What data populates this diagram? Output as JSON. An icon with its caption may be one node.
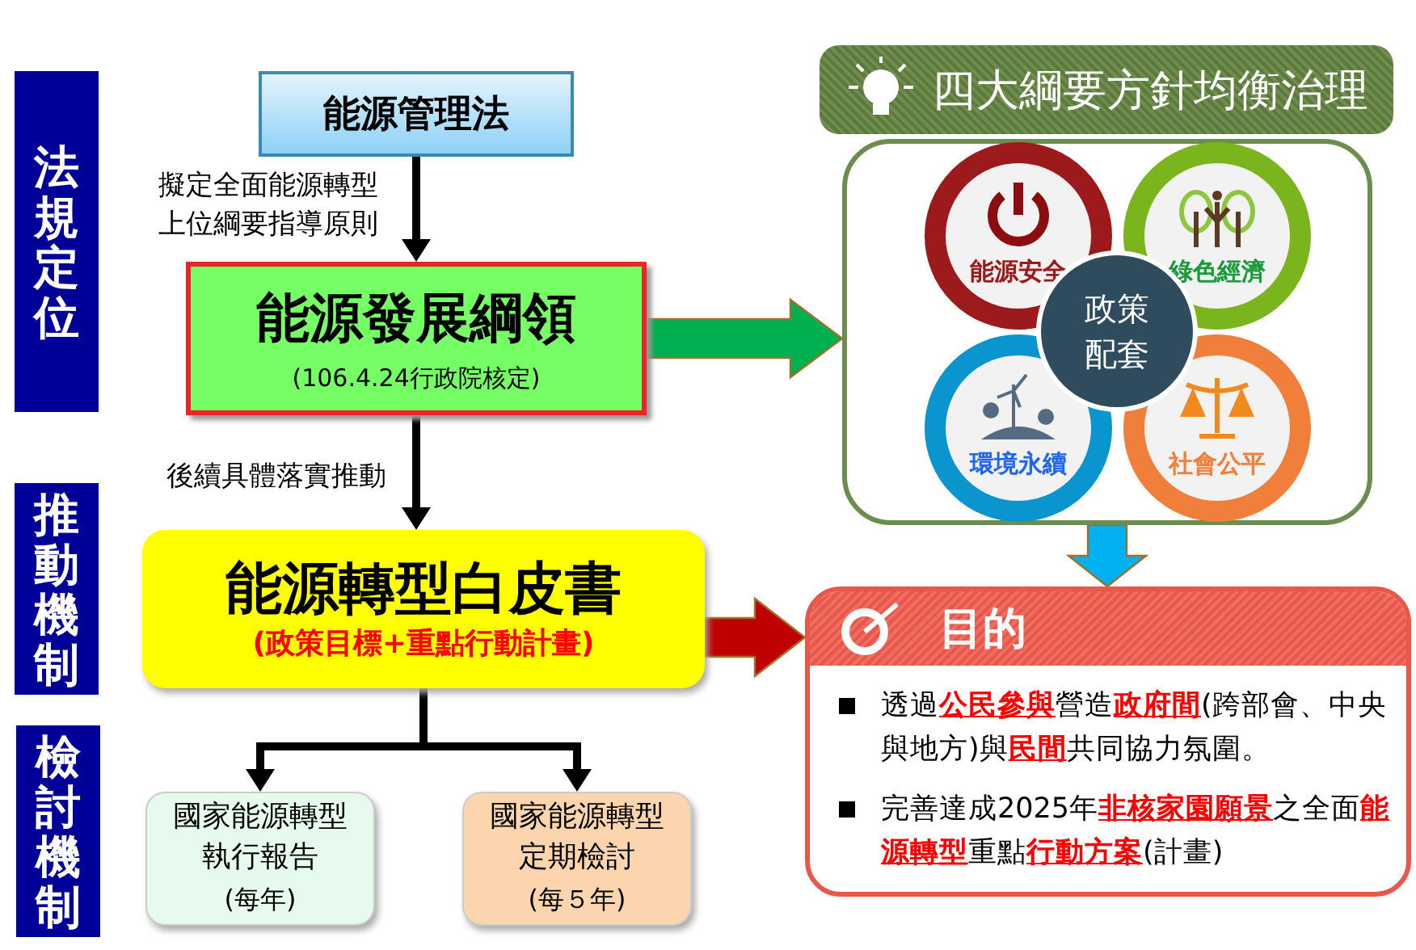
{
  "diagram": {
    "nodes": [
      {
        "text": [
          "法規定位"
        ]
      },
      {
        "text": [
          "推動機制"
        ]
      },
      {
        "text": [
          "檢討機制"
        ]
      },
      {
        "text": [
          "能源管理法"
        ]
      },
      {
        "text": [
          "能源發展綱領",
          "(106.4.24行政院核定)"
        ]
      },
      {
        "text": [
          "能源轉型白皮書",
          "(政策目標+重點行動計畫)"
        ]
      },
      {
        "text": [
          "國家能源轉型執行報告",
          "(每年)"
        ]
      },
      {
        "text": [
          "國家能源轉型定期檢討",
          "(每５年)"
        ]
      },
      {
        "text": [
          "四大綱要方針均衡治理"
        ]
      },
      {
        "text": [],
        "shape": "box"
      },
      {
        "text": [
          "能源安全"
        ],
        "in": 9
      },
      {
        "text": [
          "綠色經濟"
        ],
        "in": 9
      },
      {
        "text": [
          "環境永續"
        ],
        "in": 9
      },
      {
        "text": [
          "社會公平"
        ],
        "in": 9
      },
      {
        "text": [
          "政策配套"
        ],
        "in": 9
      },
      {
        "text": [
          "目的",
          "透過**公民參與**營造**政府間**(跨部會、中央與地方)與**民間**共同協力氛圍。",
          "完善達成2025年**非核家園願景**之全面**能源轉型**重點**行動方案**(計畫)"
        ]
      }
    ],
    "edges": [
      {
        "from": 3,
        "to": 4,
        "arrow": "to",
        "label": "擬定全面能源轉型上位綱要指導原則"
      },
      {
        "from": 4,
        "to": 5,
        "arrow": "to",
        "label": "後續具體落實推動"
      },
      {
        "from": 5,
        "to": 6,
        "arrow": "to"
      },
      {
        "from": 5,
        "to": 7,
        "arrow": "to"
      },
      {
        "from": 4,
        "to": 9,
        "arrow": "to",
        "style": "thick",
        "color": "#00b050"
      },
      {
        "from": 9,
        "to": 15,
        "arrow": "to",
        "style": "thick",
        "color": "#00b0f0"
      },
      {
        "from": 5,
        "to": 15,
        "arrow": "to",
        "style": "thick",
        "color": "#c00000"
      }
    ]
  }
}
